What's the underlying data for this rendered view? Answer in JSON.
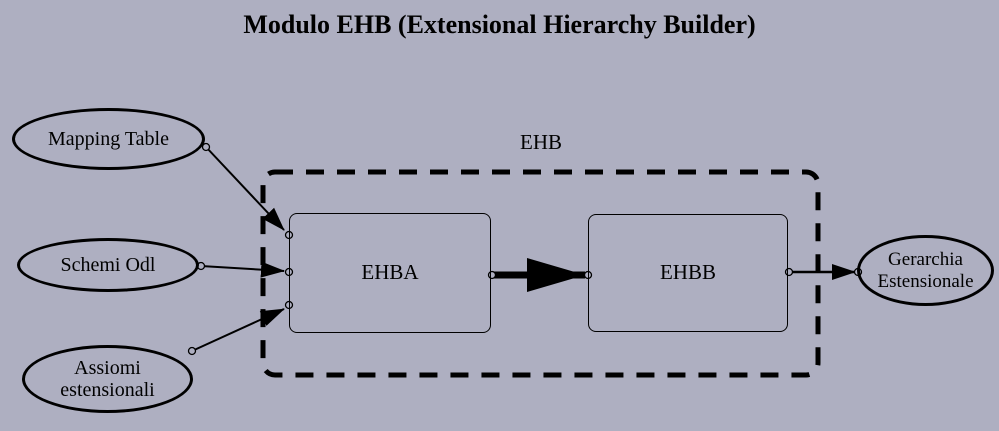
{
  "title": "Modulo EHB (Extensional Hierarchy Builder)",
  "container": {
    "label": "EHB"
  },
  "nodes": {
    "mapping_table": {
      "label": "Mapping Table",
      "shape": "ellipse"
    },
    "schemi_odl": {
      "label": "Schemi Odl",
      "shape": "ellipse"
    },
    "assiomi_estensionali": {
      "label": "Assiomi estensionali",
      "shape": "ellipse"
    },
    "ehba": {
      "label": "EHBA",
      "shape": "rectangle"
    },
    "ehbb": {
      "label": "EHBB",
      "shape": "rectangle"
    },
    "gerarchia_estensionale": {
      "label": "Gerarchia Estensionale",
      "shape": "ellipse"
    }
  },
  "edges": [
    {
      "from": "mapping_table",
      "to": "ehba"
    },
    {
      "from": "schemi_odl",
      "to": "ehba"
    },
    {
      "from": "assiomi_estensionali",
      "to": "ehba"
    },
    {
      "from": "ehba",
      "to": "ehbb",
      "style": "thick"
    },
    {
      "from": "ehbb",
      "to": "gerarchia_estensionale"
    }
  ],
  "colors": {
    "background": "#aeafc1",
    "stroke": "#000000"
  }
}
